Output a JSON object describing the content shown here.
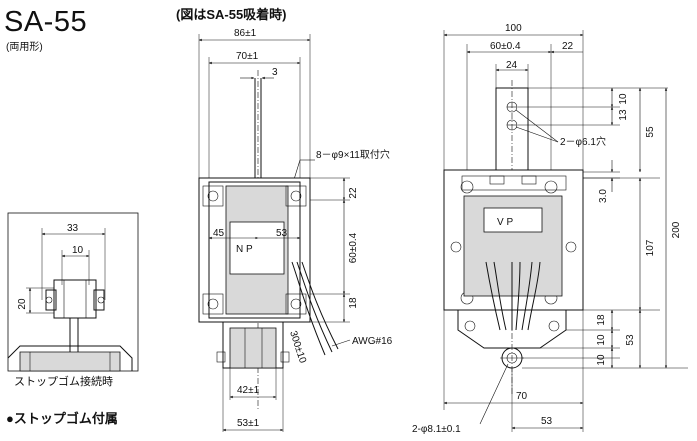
{
  "header": {
    "model": "SA-55",
    "type_note": "(両用形)",
    "view_caption": "(図はSA-55吸着時)"
  },
  "stop_inset": {
    "caption": "ストップゴム接続時",
    "dims": {
      "width": "33",
      "inner": "10",
      "height": "20"
    }
  },
  "footer": {
    "note": "●ストップゴム付属"
  },
  "side_view": {
    "dims": {
      "overall_width": "86±1",
      "inner_width": "70±1",
      "rod": "3",
      "left_offset": "45",
      "right_offset": "53",
      "bottom_width1": "42±1",
      "bottom_width2": "53±1",
      "h_top": "22",
      "h_mid": "60±0.4",
      "h_bottom": "18"
    },
    "notes": {
      "mount_holes": "8－φ9×11取付穴",
      "wire": "AWG#16",
      "lead": "300±10"
    },
    "coil_label": "N P"
  },
  "front_view": {
    "dims": {
      "overall_width": "100",
      "pitch": "60±0.4",
      "right_offset": "22",
      "top_width": "24",
      "h_10a": "10",
      "h_13": "13",
      "h_55": "55",
      "h_3": "3.0",
      "h_107": "107",
      "h_200": "200",
      "h_18": "18",
      "h_53v": "53",
      "h_10b": "10",
      "h_10c": "10",
      "bottom_70": "70",
      "bottom_53": "53"
    },
    "notes": {
      "holes_top": "2－φ6.1穴",
      "hole_bottom": "2-φ8.1±0.1"
    },
    "coil_label": "V P"
  }
}
